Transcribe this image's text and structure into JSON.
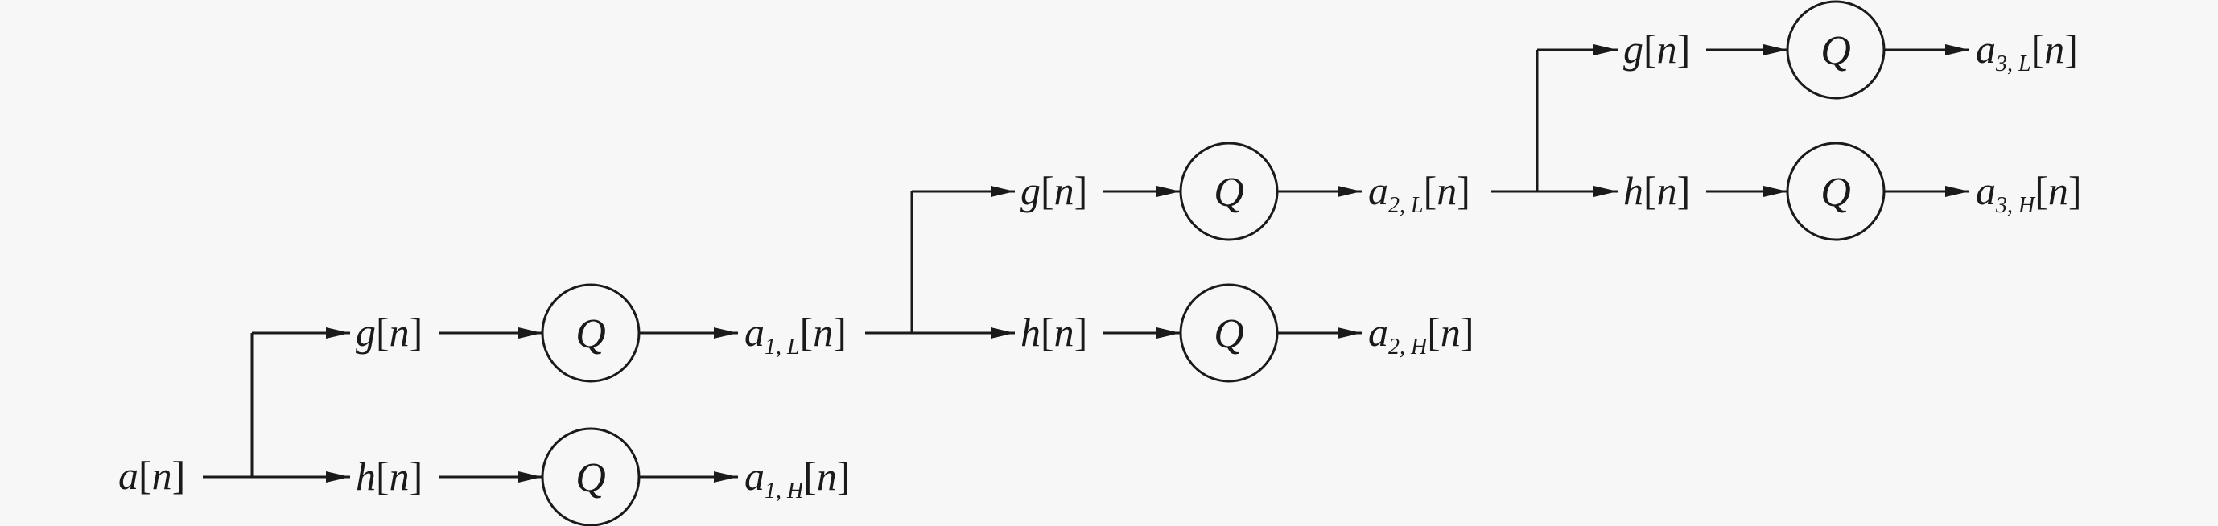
{
  "diagram": {
    "title": "",
    "input": {
      "symbol": "a",
      "arg": "n"
    },
    "filters": {
      "lowpass": "g",
      "highpass": "h",
      "arg": "n"
    },
    "quantizer": "Q",
    "levels": [
      {
        "level": 1,
        "low_filter": "g[n]",
        "high_filter": "h[n]",
        "low_output": {
          "base": "a",
          "index": "1",
          "band": "L",
          "arg": "n"
        },
        "high_output": {
          "base": "a",
          "index": "1",
          "band": "H",
          "arg": "n"
        }
      },
      {
        "level": 2,
        "low_filter": "g[n]",
        "high_filter": "h[n]",
        "low_output": {
          "base": "a",
          "index": "2",
          "band": "L",
          "arg": "n"
        },
        "high_output": {
          "base": "a",
          "index": "2",
          "band": "H",
          "arg": "n"
        }
      },
      {
        "level": 3,
        "low_filter": "g[n]",
        "high_filter": "h[n]",
        "low_output": {
          "base": "a",
          "index": "3",
          "band": "L",
          "arg": "n"
        },
        "high_output": {
          "base": "a",
          "index": "3",
          "band": "H",
          "arg": "n"
        }
      }
    ],
    "colors": {
      "background": "#f7f7f7",
      "stroke": "#1a1a1a"
    }
  }
}
